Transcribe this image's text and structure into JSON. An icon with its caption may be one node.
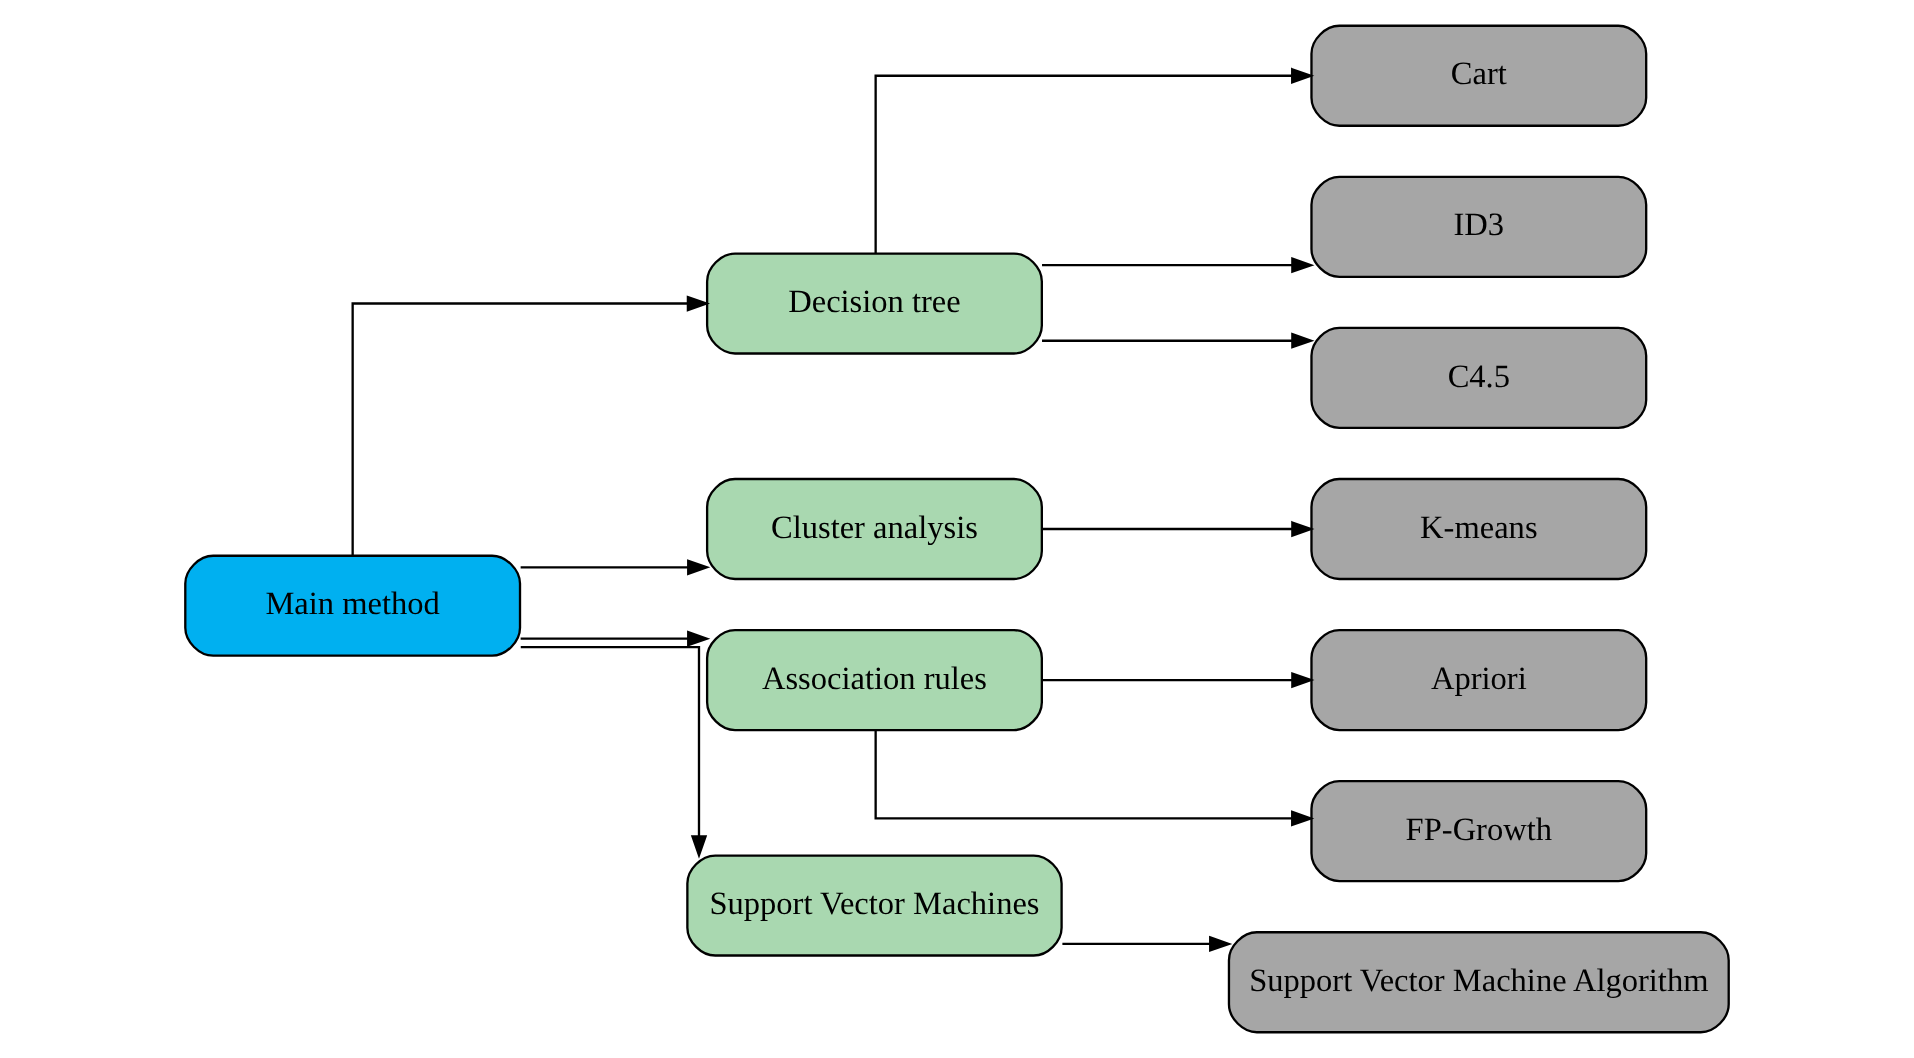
{
  "diagram": {
    "nodes": [
      {
        "text": [
          "Main method"
        ]
      },
      {
        "text": [
          "Decision tree"
        ]
      },
      {
        "text": [
          "Cluster analysis"
        ]
      },
      {
        "text": [
          "Association rules"
        ]
      },
      {
        "text": [
          "Support Vector Machines"
        ]
      },
      {
        "text": [
          "Cart"
        ]
      },
      {
        "text": [
          "ID3"
        ]
      },
      {
        "text": [
          "C4.5"
        ]
      },
      {
        "text": [
          "K-means"
        ]
      },
      {
        "text": [
          "Apriori"
        ]
      },
      {
        "text": [
          "FP-Growth"
        ]
      },
      {
        "text": [
          "Support Vector Machine Algorithm"
        ]
      }
    ],
    "edges": [
      {
        "from": 0,
        "to": 1,
        "arrow": "to"
      },
      {
        "from": 0,
        "to": 2,
        "arrow": "to"
      },
      {
        "from": 0,
        "to": 3,
        "arrow": "to"
      },
      {
        "from": 0,
        "to": 4,
        "arrow": "to"
      },
      {
        "from": 1,
        "to": 5,
        "arrow": "to"
      },
      {
        "from": 1,
        "to": 6,
        "arrow": "to"
      },
      {
        "from": 1,
        "to": 7,
        "arrow": "to"
      },
      {
        "from": 2,
        "to": 8,
        "arrow": "to"
      },
      {
        "from": 3,
        "to": 9,
        "arrow": "to"
      },
      {
        "from": 3,
        "to": 10,
        "arrow": "to"
      },
      {
        "from": 4,
        "to": 11,
        "arrow": "to"
      }
    ]
  }
}
